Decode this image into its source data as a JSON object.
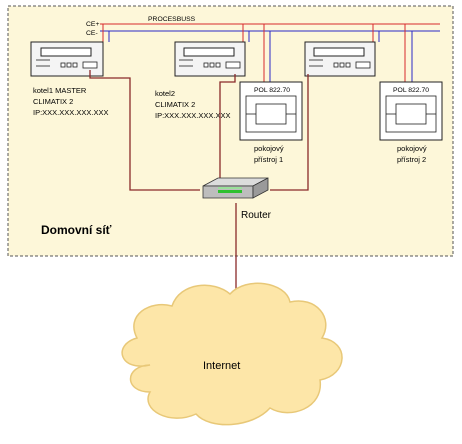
{
  "bus": {
    "ce_plus": "CE+",
    "ce_minus": "CE-",
    "title": "PROCESBUSS"
  },
  "controllers": [
    {
      "line1": "kotel1  MASTER",
      "line2": "CLIMATIX 2",
      "line3": "IP:XXX.XXX.XXX.XXX"
    },
    {
      "line1": "kotel2",
      "line2": "CLIMATIX 2",
      "line3": "IP:XXX.XXX.XXX.XXX"
    }
  ],
  "room_units": [
    {
      "model": "POL 822.70",
      "label_line1": "pokojový",
      "label_line2": "přístroj 1"
    },
    {
      "model": "POL 822.70",
      "label_line1": "pokojový",
      "label_line2": "přístroj 2"
    }
  ],
  "router_label": "Router",
  "network_label": "Domovní síť",
  "internet_label": "Internet",
  "colors": {
    "frame_fill": "#fdf7d9",
    "bus_red": "#d82a2a",
    "bus_blue": "#2a2ac8",
    "cable_brown": "#8a2a2a",
    "cloud_fill": "#fde6a8",
    "cloud_stroke": "#e8c878"
  }
}
